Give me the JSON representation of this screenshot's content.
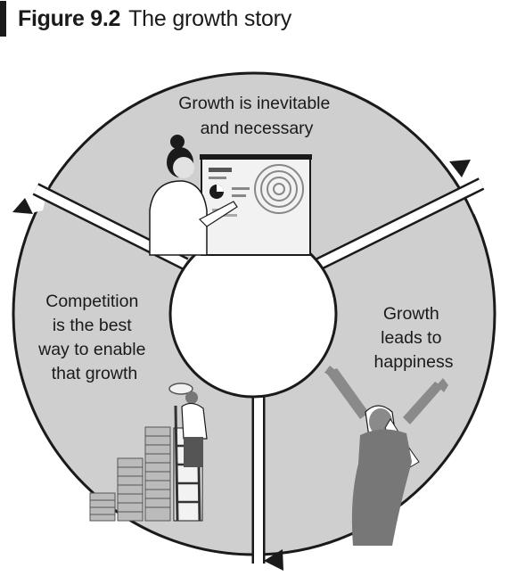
{
  "figure": {
    "number": "Figure 9.2",
    "title": "The growth story"
  },
  "segments": [
    {
      "lines": [
        "Growth is inevitable",
        "and necessary"
      ]
    },
    {
      "lines": [
        "Growth",
        "leads to",
        "happiness"
      ]
    },
    {
      "lines": [
        "Competition",
        "is the best",
        "way to enable",
        "that growth"
      ]
    }
  ],
  "colors": {
    "segment_fill": "#cfcfcf",
    "outline": "#1a1a1a",
    "background": "#ffffff"
  },
  "illustrations": [
    "presenter-with-chart-icon",
    "celebrating-person-icon",
    "ladder-coin-stacks-icon"
  ]
}
